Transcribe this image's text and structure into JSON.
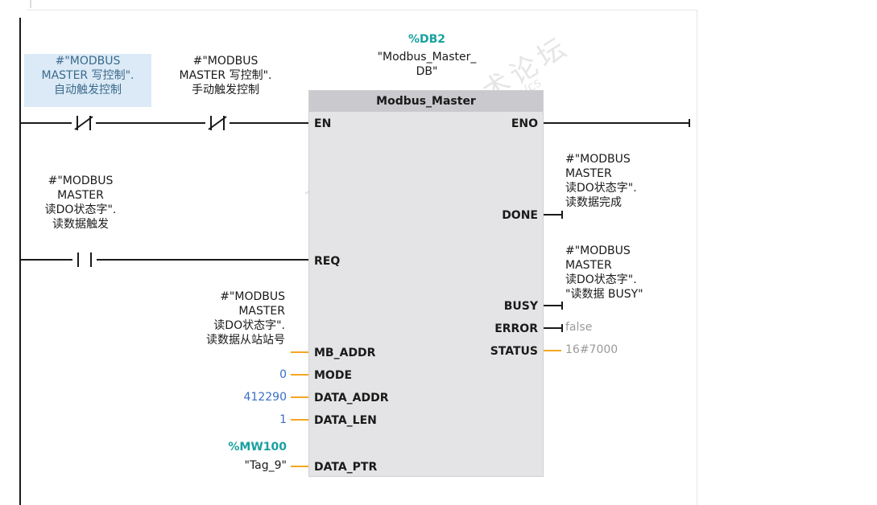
{
  "network": {
    "instance_db_address": "%DB2",
    "instance_db_name": "\"Modbus_Master_\nDB\"",
    "block_name": "Modbus_Master",
    "contacts": [
      {
        "operand_line1": "#\"MODBUS",
        "operand_line2": "MASTER 写控制\".",
        "operand_line3": "自动触发控制",
        "type": "normally_closed"
      },
      {
        "operand_line1": "#\"MODBUS",
        "operand_line2": "MASTER 写控制\".",
        "operand_line3": "手动触发控制",
        "type": "normally_closed"
      },
      {
        "operand_line1": "#\"MODBUS",
        "operand_line2": "MASTER",
        "operand_line3": "读DO状态字\".",
        "operand_line4": "读数据触发",
        "type": "normally_open"
      }
    ],
    "inputs": {
      "en": "EN",
      "req": "REQ",
      "mb_addr": "MB_ADDR",
      "mode": "MODE",
      "data_addr": "DATA_ADDR",
      "data_len": "DATA_LEN",
      "data_ptr": "DATA_PTR"
    },
    "input_values": {
      "mb_addr_line1": "#\"MODBUS",
      "mb_addr_line2": "MASTER",
      "mb_addr_line3": "读DO状态字\".",
      "mb_addr_line4": "读数据从站站号",
      "mode": "0",
      "data_addr": "412290",
      "data_len": "1",
      "data_ptr_address": "%MW100",
      "data_ptr_tag": "\"Tag_9\""
    },
    "outputs": {
      "eno": "ENO",
      "done": "DONE",
      "busy": "BUSY",
      "error": "ERROR",
      "status": "STATUS"
    },
    "output_values": {
      "done_line1": "#\"MODBUS",
      "done_line2": "MASTER",
      "done_line3": "读DO状态字\".",
      "done_line4": "读数据完成",
      "busy_line1": "#\"MODBUS",
      "busy_line2": "MASTER",
      "busy_line3": "读DO状态字\".",
      "busy_line4": "\"读数据 BUSY\"",
      "error": "false",
      "status": "16#7000"
    }
  },
  "watermark": {
    "main": "西门子工业 技术论坛",
    "url": "support.industry.siemens.com/cs"
  },
  "colors": {
    "rail": "#1a1a1a",
    "connector": "#f5a623",
    "db_ref": "#1aa0a0",
    "constant": "#3a6fc4",
    "monitor_value": "#9a9a9a",
    "block_body": "#e4e4e6",
    "block_header": "#c9c9ce",
    "highlight": "#dbeaf6"
  }
}
